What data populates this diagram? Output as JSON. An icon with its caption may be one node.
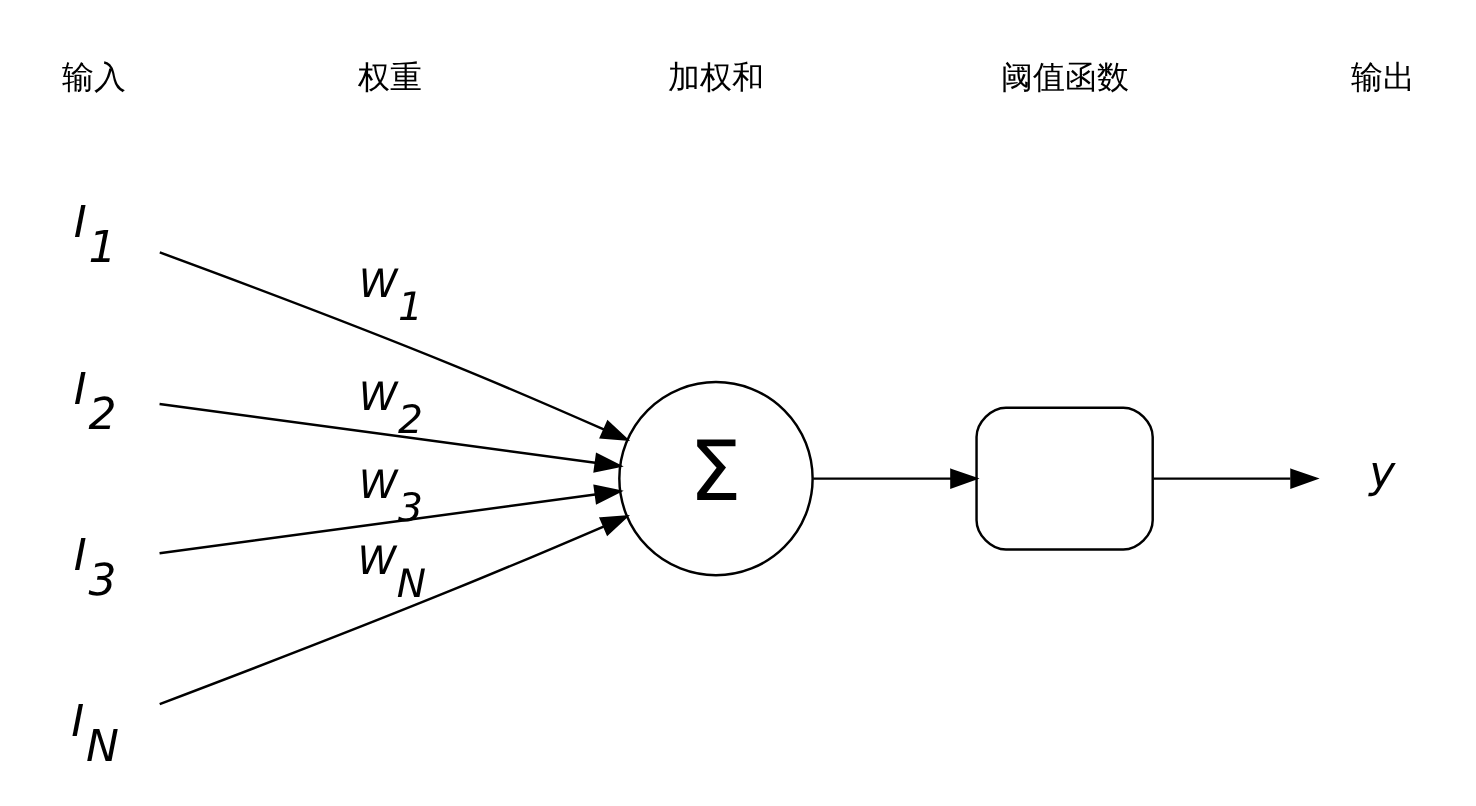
{
  "diagram": {
    "nodes": [
      {
        "text": [
          "I$_{1}$"
        ]
      },
      {
        "text": [
          "I$_{2}$"
        ]
      },
      {
        "text": [
          "I$_{3}$"
        ]
      },
      {
        "text": [
          "I$_{N}$"
        ]
      },
      {
        "text": [
          "Σ"
        ]
      },
      {
        "text": [],
        "shape": "box"
      },
      {
        "text": [
          "y"
        ]
      }
    ],
    "edges": [
      {
        "from": 0,
        "to": 4,
        "arrow": "to",
        "label": "W$_{1}$"
      },
      {
        "from": 1,
        "to": 4,
        "arrow": "to",
        "label": "W$_{2}$"
      },
      {
        "from": 2,
        "to": 4,
        "arrow": "to",
        "label": "W$_{3}$"
      },
      {
        "from": 3,
        "to": 4,
        "arrow": "to",
        "label": "W$_{N}$"
      },
      {
        "from": 4,
        "to": 5,
        "arrow": "to"
      },
      {
        "from": 5,
        "to": 6,
        "arrow": "to"
      }
    ],
    "labels": [
      "输入",
      "权重",
      "加权和",
      "阈值函数",
      "输出"
    ]
  }
}
